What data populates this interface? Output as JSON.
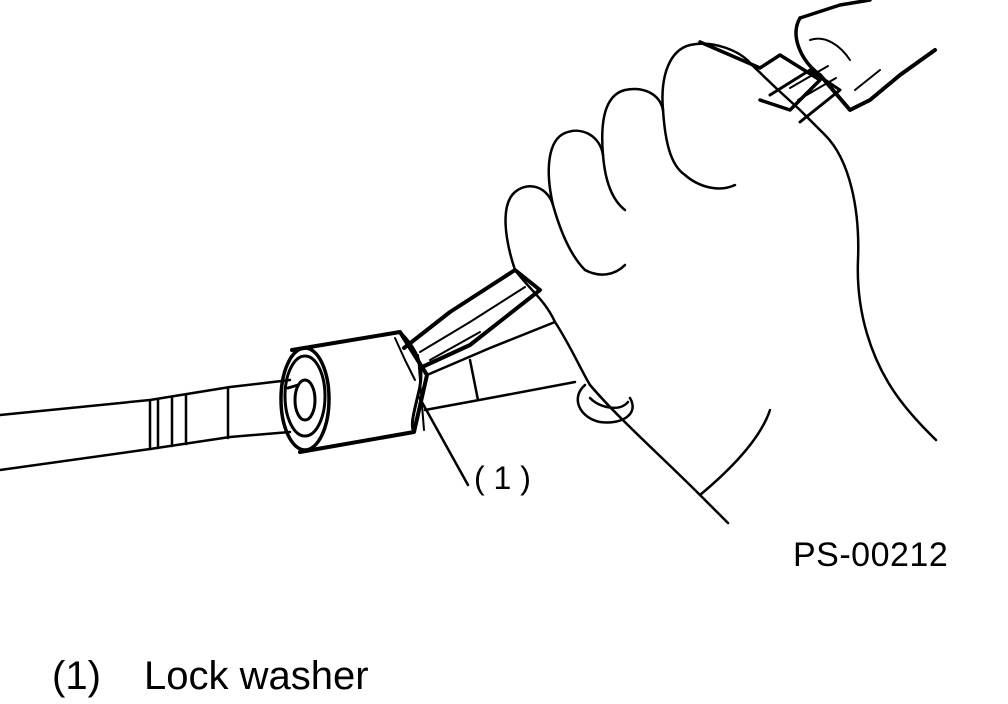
{
  "illustration": {
    "subject": "hand-with-screwdriver-on-shaft",
    "callout_label": "( 1 )"
  },
  "figure_id": "PS-00212",
  "legend": {
    "number": "(1)",
    "text": "Lock washer"
  },
  "colors": {
    "line": "#000000",
    "background": "#ffffff"
  }
}
